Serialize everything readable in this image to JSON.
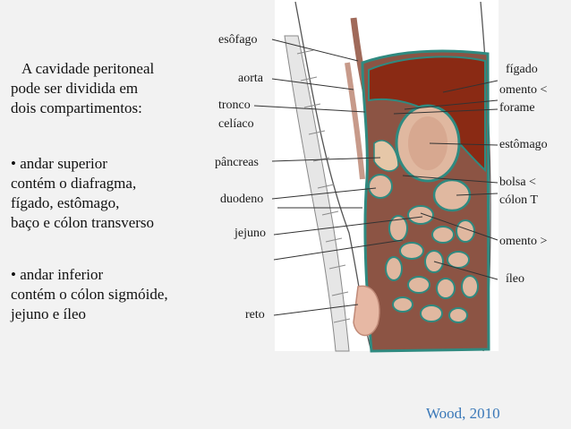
{
  "text": {
    "intro": [
      "A cavidade peritoneal",
      "pode ser dividida em",
      "dois compartimentos:"
    ],
    "superior": [
      "• andar superior",
      "contém o diafragma,",
      "fígado, estômago,",
      "baço e cólon transverso"
    ],
    "inferior": [
      "• andar inferior",
      "contém o cólon sigmóide,",
      "jejuno e íleo"
    ]
  },
  "labels_left": {
    "esofago": "esôfago",
    "aorta": "aorta",
    "tronco": "tronco",
    "celiaco": "celíaco",
    "pancreas": "pâncreas",
    "duodeno": "duodeno",
    "jejuno": "jejuno",
    "reto": "reto"
  },
  "labels_right": {
    "figado": "fígado",
    "omento_menor": "omento <",
    "forame": "forame",
    "estomago": "estômago",
    "bolsa": "bolsa <",
    "colon_t": "cólon T",
    "omento_maior": "omento >",
    "ileo": "íleo"
  },
  "citation": "Wood, 2010",
  "colors": {
    "background": "#f2f2f2",
    "liver": "#8a2a14",
    "muscle": "#8c5444",
    "peritoneum": "#2f8a80",
    "organ": "#e0b8a0",
    "citation": "#3a78b8"
  }
}
